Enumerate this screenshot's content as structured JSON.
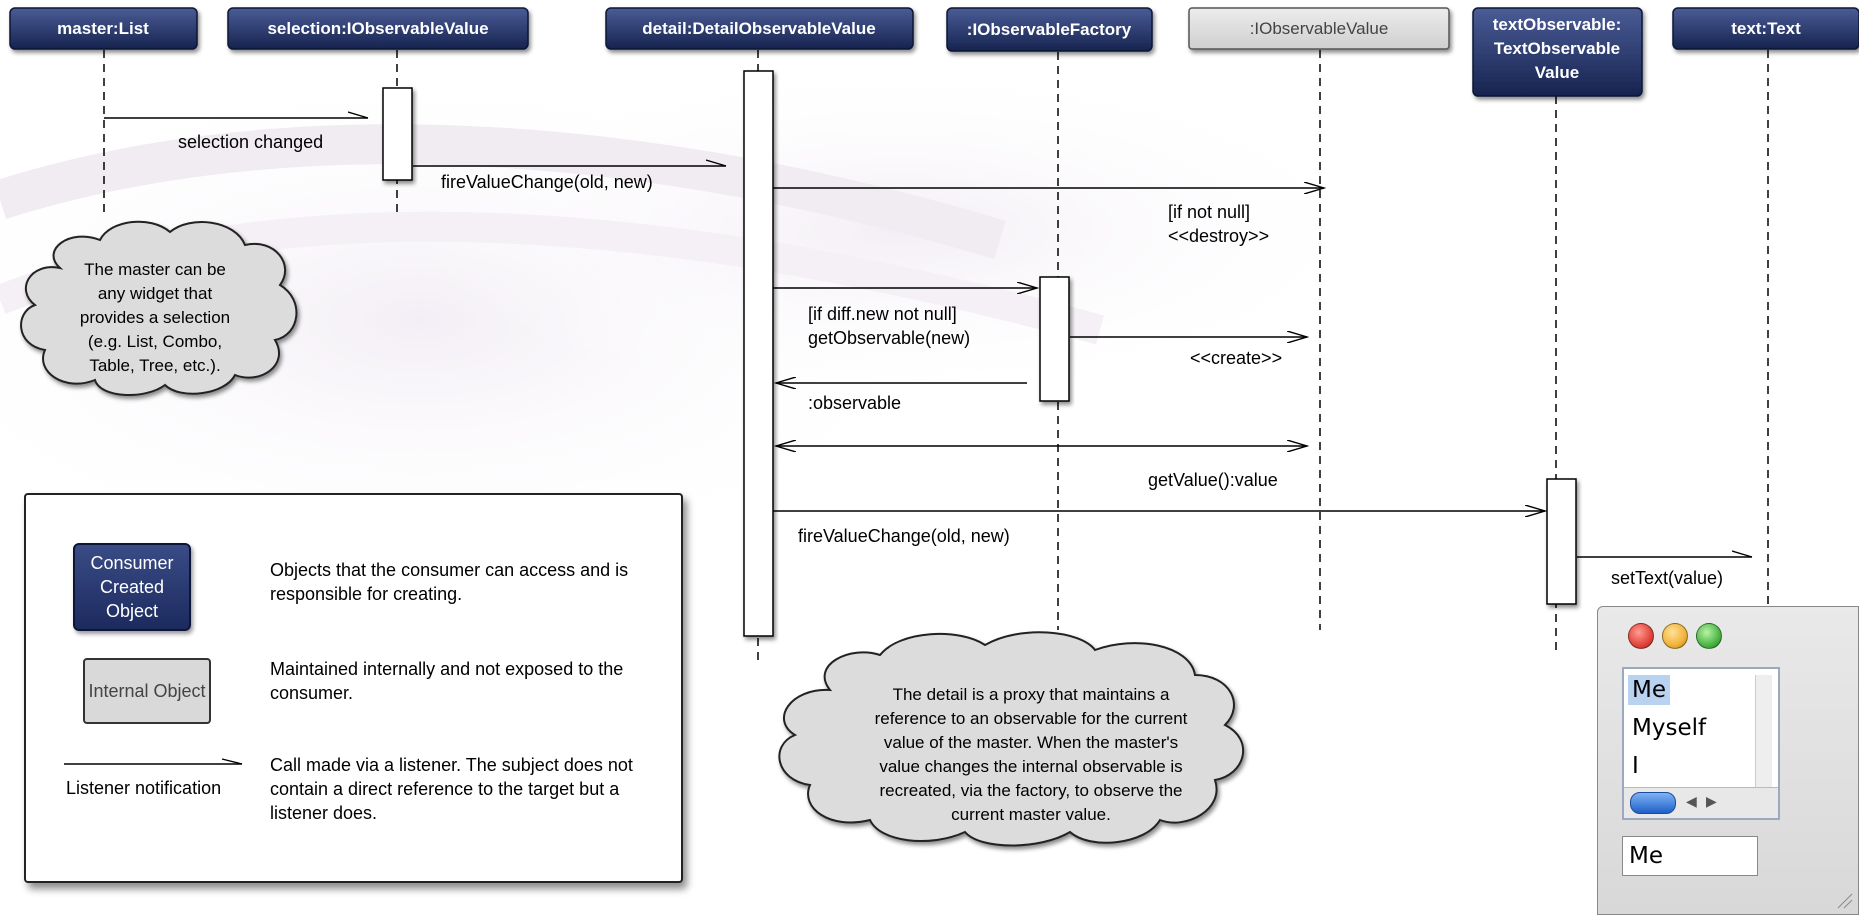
{
  "lifelines": [
    {
      "label": "master:List",
      "kind": "consumer"
    },
    {
      "label": "selection:IObservableValue",
      "kind": "consumer"
    },
    {
      "label": "detail:DetailObservableValue",
      "kind": "consumer"
    },
    {
      "label": ":IObservableFactory",
      "kind": "consumer"
    },
    {
      "label": ":IObservableValue",
      "kind": "internal"
    },
    {
      "label": "textObservable: TextObservable Value",
      "lines": [
        "textObservable:",
        "TextObservable",
        "Value"
      ],
      "kind": "consumer"
    },
    {
      "label": "text:Text",
      "kind": "consumer"
    }
  ],
  "messages": {
    "selection_changed": "selection changed",
    "fire_value_change_1": "fireValueChange(old, new)",
    "if_not_null": "[if not null]",
    "destroy": "<<destroy>>",
    "if_diff_new": "[if diff.new not null]",
    "get_observable": "getObservable(new)",
    "create": "<<create>>",
    "observable_return": ":observable",
    "get_value": "getValue():value",
    "fire_value_change_2": "fireValueChange(old, new)",
    "set_text": "setText(value)"
  },
  "notes": {
    "master": [
      "The master can be",
      "any widget that",
      "provides a selection",
      "(e.g. List, Combo,",
      "Table, Tree, etc.)."
    ],
    "detail": [
      "The detail is a proxy that maintains a",
      "reference to an observable for the current",
      "value of the master.  When the master's",
      "value changes the internal observable is",
      "recreated, via the factory, to observe the",
      "current master value."
    ]
  },
  "legend": {
    "consumer_box": "Consumer Created Object",
    "consumer_desc": "Objects that the consumer can access and is responsible for creating.",
    "internal_box": "Internal Object",
    "internal_desc": "Maintained internally and not exposed to the consumer.",
    "listener_label": "Listener notification",
    "listener_desc": "Call made via a listener.  The subject does not contain a direct reference to the target but a listener does."
  },
  "mini_window": {
    "list_items": [
      "Me",
      "Myself",
      "I"
    ],
    "text_value": "Me"
  },
  "colors": {
    "consumer_fill": "#1c2a5e",
    "internal_fill": "#d9d9d9",
    "close_dot": "#e2453c",
    "min_dot": "#f1b33a",
    "max_dot": "#4cb646"
  }
}
